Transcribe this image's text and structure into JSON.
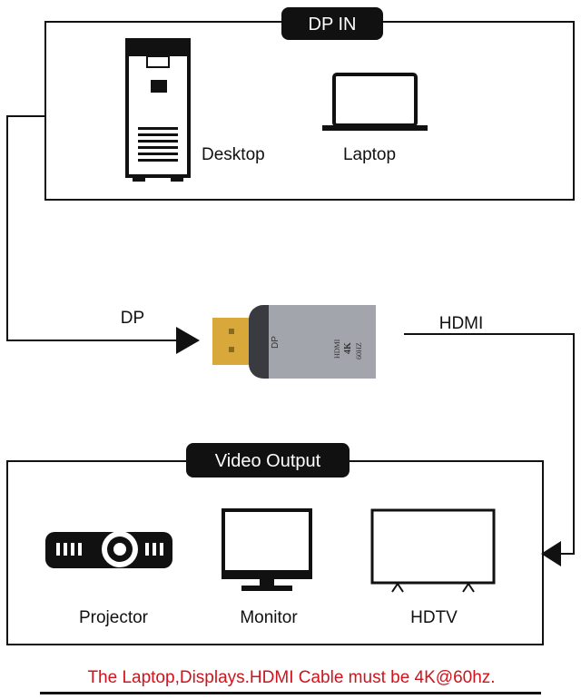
{
  "source_box": {
    "title": "DP IN",
    "devices": [
      "Desktop",
      "Laptop"
    ]
  },
  "connections": {
    "input_label": "DP",
    "output_label": "HDMI"
  },
  "adapter": {
    "plug_text": "DP",
    "body_text": [
      "HDMI",
      "4K",
      "60HZ"
    ]
  },
  "output_box": {
    "title": "Video Output",
    "devices": [
      "Projector",
      "Monitor",
      "HDTV"
    ]
  },
  "note": "The Laptop,Displays.HDMI Cable must be 4K@60hz.",
  "colors": {
    "note": "#d0131c",
    "adapter_body": "#9a9ca3",
    "adapter_plug": "#d9a83a"
  }
}
